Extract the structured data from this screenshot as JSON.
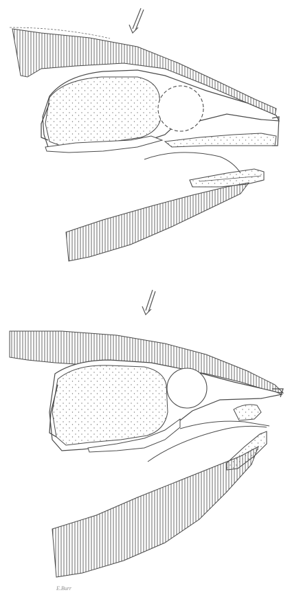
{
  "figure": {
    "panels": [
      {
        "id": "upper-section"
      },
      {
        "id": "lower-section"
      }
    ],
    "colors": {
      "paper": "#ffffff",
      "ink": "#4a4a4a",
      "hatch": "#5a5a5a",
      "stipple": "#7a7a7a"
    },
    "signature": "E.Burr"
  }
}
